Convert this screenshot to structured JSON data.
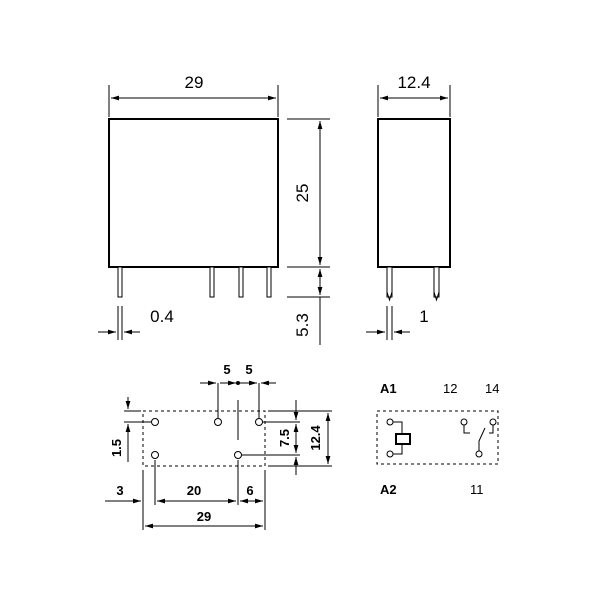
{
  "front_view": {
    "width_label": "29",
    "height_label": "25",
    "pin_length_label": "5.3",
    "pin_thickness_label": "0.4"
  },
  "side_view": {
    "width_label": "12.4",
    "pin_width_label": "1"
  },
  "pcb_layout": {
    "pitch_a": "5",
    "pitch_b": "5",
    "offset_y": "1.5",
    "row_spacing": "7.5",
    "overall_height": "12.4",
    "offset_x": "3",
    "span_a": "20",
    "span_b": "6",
    "overall_width": "29"
  },
  "schematic": {
    "coil_a1": "A1",
    "coil_a2": "A2",
    "contact_nc": "12",
    "contact_no": "14",
    "contact_com": "11"
  }
}
